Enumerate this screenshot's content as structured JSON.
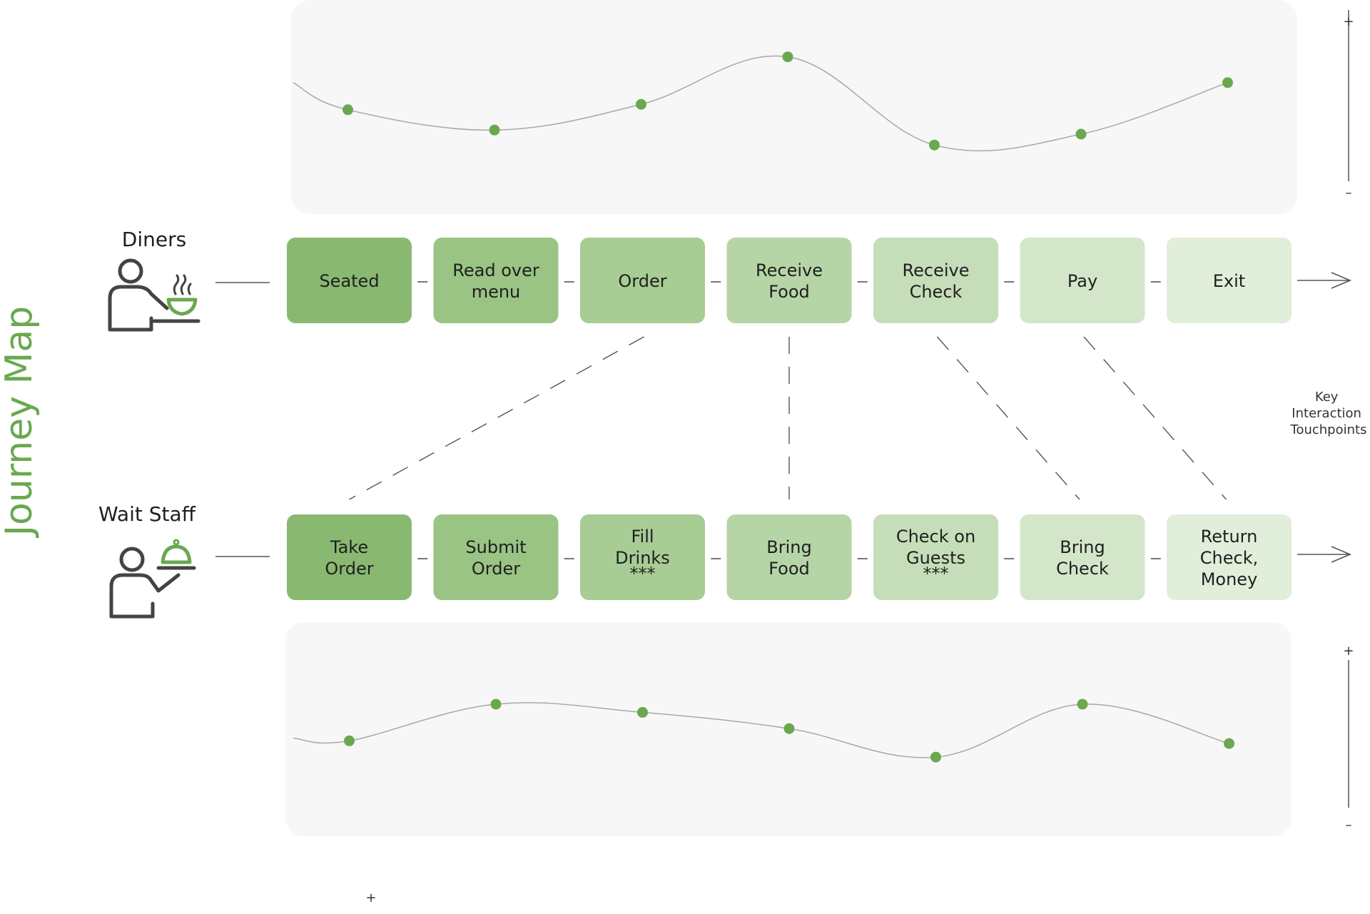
{
  "title": "Journey Map",
  "lanes": [
    {
      "id": "diners",
      "label": "Diners",
      "steps": [
        {
          "lines": [
            "Seated"
          ]
        },
        {
          "lines": [
            "Read over",
            "menu"
          ]
        },
        {
          "lines": [
            "Order"
          ]
        },
        {
          "lines": [
            "Receive",
            "Food"
          ]
        },
        {
          "lines": [
            "Receive",
            "Check"
          ]
        },
        {
          "lines": [
            "Pay"
          ]
        },
        {
          "lines": [
            "Exit"
          ]
        }
      ],
      "curve_levels": [
        0.68,
        0.48,
        0.33,
        0.52,
        0.87,
        0.22,
        0.3,
        0.68
      ]
    },
    {
      "id": "wait-staff",
      "label": "Wait Staff",
      "steps": [
        {
          "lines": [
            "Take",
            "Order"
          ]
        },
        {
          "lines": [
            "Submit",
            "Order"
          ]
        },
        {
          "lines": [
            "Fill",
            "Drinks",
            "***"
          ]
        },
        {
          "lines": [
            "Bring",
            "Food"
          ]
        },
        {
          "lines": [
            "Check on",
            "Guests",
            "***"
          ]
        },
        {
          "lines": [
            "Bring",
            "Check"
          ]
        },
        {
          "lines": [
            "Return",
            "Check,",
            "Money"
          ]
        }
      ],
      "curve_levels": [
        0.45,
        0.43,
        0.7,
        0.64,
        0.52,
        0.31,
        0.7,
        0.41
      ]
    }
  ],
  "key_label": [
    "Key",
    "Interaction",
    "Touchpoints"
  ],
  "scale_labels": {
    "plus": "+",
    "minus": "–"
  },
  "touchpoints": [
    {
      "from_step": 2,
      "to_step": 0
    },
    {
      "from_step": 3,
      "to_step": 3
    },
    {
      "from_step": 4,
      "to_step": 5
    },
    {
      "from_step": 5,
      "to_step": 6
    }
  ],
  "colors": {
    "accent": "#6aa84f",
    "dot": "#6aa84f",
    "panel": "#f7f7f7",
    "step_fills": [
      "#89b971",
      "#99c483",
      "#a7cc94",
      "#b6d5a6",
      "#c5ddb8",
      "#d3e6c9",
      "#e1eed9"
    ],
    "line": "#555555",
    "curve": "#a8a8a8"
  },
  "icons": {
    "diner": "diner-with-soup-icon",
    "waiter": "waiter-with-cloche-icon"
  }
}
